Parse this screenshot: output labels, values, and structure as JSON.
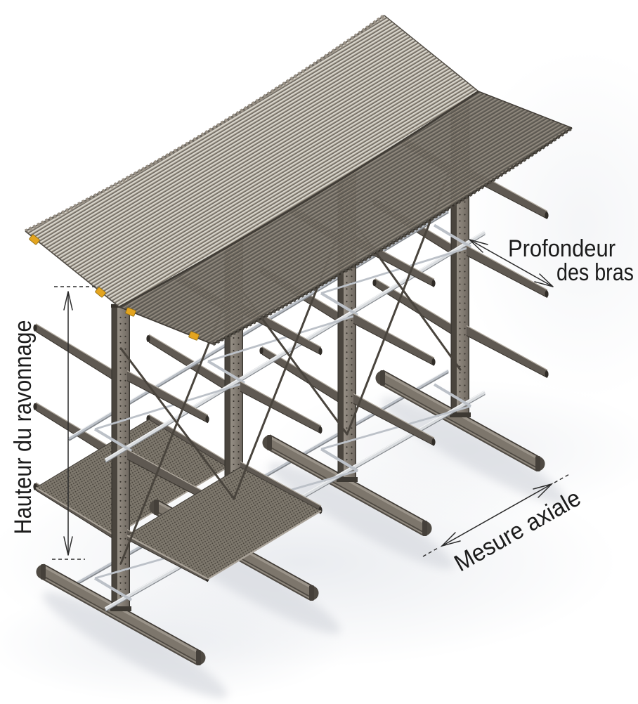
{
  "illustration": {
    "subject": "cantilever-racking-3d-view",
    "annotations": {
      "height": {
        "label": "Hauteur du ravonnage"
      },
      "depth": {
        "lines": [
          "Profondeur",
          "des bras"
        ]
      },
      "axial": {
        "label": "Mesure axiale"
      }
    },
    "colors": {
      "background": "#ffffff",
      "floor_shadow": "#e3e6eb",
      "contact_shadow": "#d5d8de",
      "structure": "#5f5952",
      "structure_light": "#968f85",
      "structure_mid": "#7d766c",
      "structure_dark": "#4a453e",
      "edge_dark": "#35312b",
      "column_side": "#4a453e",
      "hole": "#38342e",
      "base_silhouette": "#4f4a43",
      "base_web": "#7d766c",
      "base_flange": "#9b948a",
      "roof_light_a": "#d8d5cc",
      "roof_light_b": "#a79e90",
      "roof_light_c": "#716c64",
      "roof_dark_a": "#5a564f",
      "roof_dark_b": "#948b7e",
      "roof_dark_c": "#6e6960",
      "ridge": "#403c36",
      "deck": "#7d776c",
      "deck_hole": "#48433c",
      "deck_rim": "#a9a298",
      "galvanized": "#d9dcdf",
      "galvanized_mid": "#bcc1c8",
      "galvanized_dark": "#84888d",
      "clip_yellow": "#e3a41f",
      "clip_edge": "#8f6c12",
      "rod": "#49443d",
      "arm_highlight": "#b2aba0",
      "annotation": "#2b2b2b",
      "label_text": "#1b1b1b"
    }
  }
}
